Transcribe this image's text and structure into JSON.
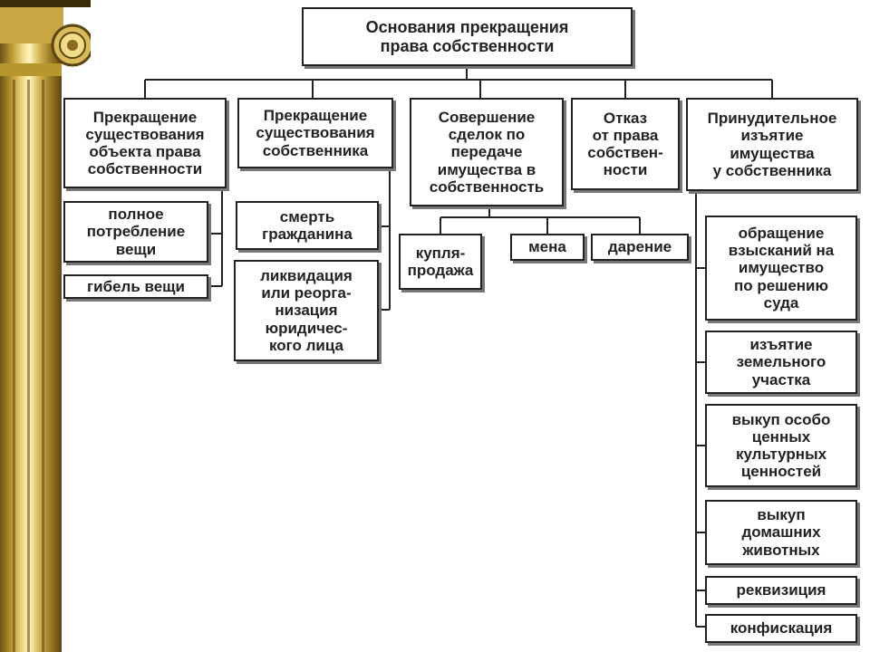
{
  "diagram": {
    "root": "Основания прекращения\nправа собственности",
    "categories": [
      {
        "label": "Прекращение\nсуществования\nобъекта права\nсобственности",
        "children": [
          "полное\nпотребление\nвещи",
          "гибель вещи"
        ]
      },
      {
        "label": "Прекращение\nсуществования\nсобственника",
        "children": [
          "смерть\nгражданина",
          "ликвидация\nили реорга-\nнизация\nюридичес-\nкого лица"
        ]
      },
      {
        "label": "Совершение\nсделок по\nпередаче\nимущества в\nсобственность",
        "children": [
          "купля-\nпродажа",
          "мена",
          "дарение"
        ]
      },
      {
        "label": "Отказ\nот права\nсобствен-\nности",
        "children": []
      },
      {
        "label": "Принудительное\nизъятие\nимущества\nу собственника",
        "children": [
          "обращение\nвзысканий на\nимущество\nпо решению\nсуда",
          "изъятие\nземельного\nучастка",
          "выкуп особо\nценных\nкультурных\nценностей",
          "выкуп\nдомашних\nживотных",
          "реквизиция",
          "конфискация"
        ]
      }
    ]
  }
}
